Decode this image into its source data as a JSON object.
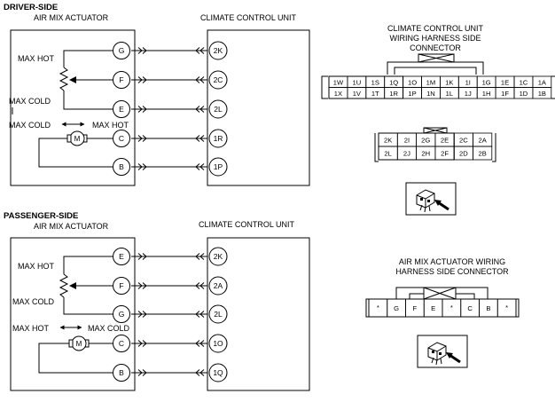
{
  "driver": {
    "section_title": "DRIVER-SIDE",
    "actuator_title": "AIR MIX ACTUATOR",
    "ccu_title": "CLIMATE CONTROL UNIT",
    "max_hot": "MAX HOT",
    "max_cold": "MAX COLD",
    "motor_label": "M",
    "motor_cold": "MAX COLD",
    "motor_hot": "MAX HOT",
    "actuator_pins": [
      "G",
      "F",
      "E",
      "C",
      "B"
    ],
    "ccu_pins": [
      "2K",
      "2C",
      "2L",
      "1R",
      "1P"
    ]
  },
  "passenger": {
    "section_title": "PASSENGER-SIDE",
    "actuator_title": "AIR MIX ACTUATOR",
    "ccu_title": "CLIMATE CONTROL UNIT",
    "max_hot": "MAX HOT",
    "max_cold": "MAX COLD",
    "motor_label": "M",
    "motor_hot": "MAX HOT",
    "motor_cold": "MAX COLD",
    "actuator_pins": [
      "E",
      "F",
      "G",
      "C",
      "B"
    ],
    "ccu_pins": [
      "2K",
      "2A",
      "2L",
      "1O",
      "1Q"
    ]
  },
  "ccu_connector": {
    "title_lines": [
      "CLIMATE CONTROL UNIT",
      "WIRING HARNESS SIDE",
      "CONNECTOR"
    ],
    "row1": [
      "1W",
      "1U",
      "1S",
      "1Q",
      "1O",
      "1M",
      "1K",
      "1I",
      "1G",
      "1E",
      "1C",
      "1A"
    ],
    "row2": [
      "1X",
      "1V",
      "1T",
      "1R",
      "1P",
      "1N",
      "1L",
      "1J",
      "1H",
      "1F",
      "1D",
      "1B"
    ]
  },
  "ccu_connector2": {
    "row1": [
      "2K",
      "2I",
      "2G",
      "2E",
      "2C",
      "2A"
    ],
    "row2": [
      "2L",
      "2J",
      "2H",
      "2F",
      "2D",
      "2B"
    ]
  },
  "actuator_connector": {
    "title_lines": [
      "AIR MIX ACTUATOR WIRING",
      "HARNESS SIDE CONNECTOR"
    ],
    "cells": [
      "*",
      "G",
      "F",
      "E",
      "*",
      "C",
      "B",
      "*"
    ]
  }
}
